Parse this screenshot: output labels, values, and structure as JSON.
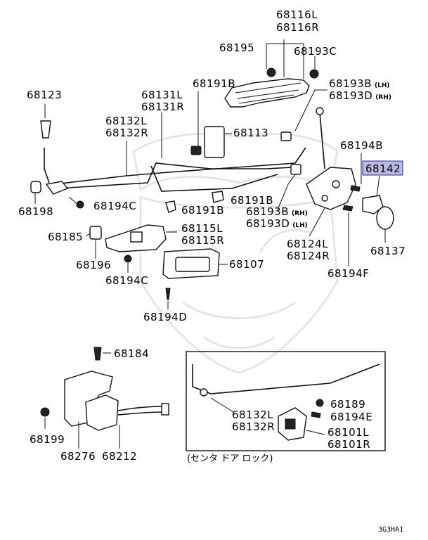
{
  "labels": {
    "p68116": [
      "68116L",
      "68116R"
    ],
    "p68195": "68195",
    "p68193c": "68193C",
    "p68193b_top": "68193B",
    "p68193b_top_side": "(LH)",
    "p68193d_top": "68193D",
    "p68193d_top_side": "(RH)",
    "p68123": "68123",
    "p68191b_top": "68191B",
    "p68131": [
      "68131L",
      "68131R"
    ],
    "p68132": [
      "68132L",
      "68132R"
    ],
    "p68113": "68113",
    "p68194b": "68194B",
    "p68142": "68142",
    "p68198": "68198",
    "p68194c_a": "68194C",
    "p68191b_a": "68191B",
    "p68191b_b": "68191B",
    "p68193b_mid": "68193B",
    "p68193b_mid_side": "(RH)",
    "p68193d_mid": "68193D",
    "p68193d_mid_side": "(LH)",
    "p68185": "68185",
    "p68115": [
      "68115L",
      "68115R"
    ],
    "p68124": [
      "68124L",
      "68124R"
    ],
    "p68137": "68137",
    "p68196": "68196",
    "p68107": "68107",
    "p68194f": "68194F",
    "p68194c_b": "68194C",
    "p68194d": "68194D",
    "p68184": "68184",
    "p68132_inset": [
      "68132L",
      "68132R"
    ],
    "p68189": "68189",
    "p68194e": "68194E",
    "p68101": [
      "68101L",
      "68101R"
    ],
    "p68199": "68199",
    "p68276": "68276",
    "p68212": "68212",
    "inset_caption": "(センタ ドア ロック)",
    "figure_code": "3G3HA1"
  },
  "highlight_color": "#b9b9e6"
}
